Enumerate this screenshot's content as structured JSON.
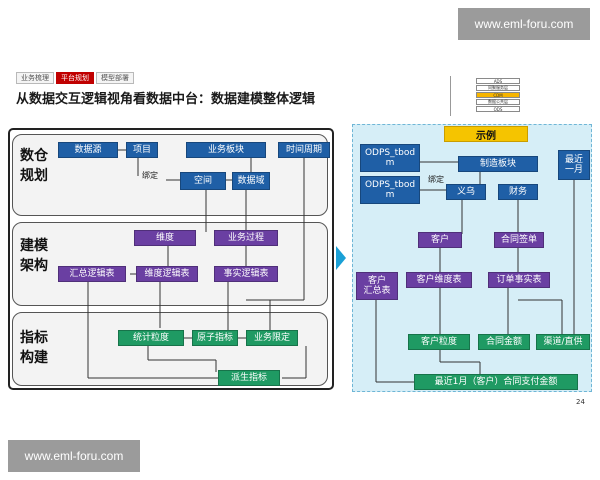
{
  "watermark_top": "www.eml-foru.com",
  "watermark_bottom": "www.eml-foru.com",
  "breadcrumb": [
    "业务梳理",
    "平台规划",
    "模型部署"
  ],
  "title": "从数据交互逻辑视角看数据中台：数据建模整体逻辑",
  "mini_stack": {
    "rows": [
      "ADS",
      "同聚服务层",
      "CDM",
      "数据公共层",
      "ODS"
    ]
  },
  "left": {
    "layers": {
      "l1": "数仓\n规划",
      "l2": "建模\n架构",
      "l3": "指标\n构建"
    },
    "boxes": {
      "datasource": "数据源",
      "project": "项目",
      "biz_block": "业务板块",
      "time_period": "时间周期",
      "space": "空间",
      "data_domain": "数据域",
      "binding": "绑定",
      "dimension": "维度",
      "biz_process": "业务过程",
      "summary_table": "汇总逻辑表",
      "dim_table": "维度逻辑表",
      "fact_table": "事实逻辑表",
      "stat_granularity": "统计粒度",
      "atomic_metric": "原子指标",
      "biz_limit": "业务限定",
      "derived_metric": "派生指标"
    }
  },
  "right": {
    "example": "示例",
    "boxes": {
      "odps1": "ODPS_tbod\nm",
      "odps2": "ODPS_tbod\nm",
      "manufacturing": "制造板块",
      "recent_month": "最近\n一月",
      "binding": "绑定",
      "yiwu": "义乌",
      "finance": "财务",
      "customer": "客户",
      "contract_sign": "合同签单",
      "cust_summary": "客户\n汇总表",
      "cust_dim_table": "客户维度表",
      "order_fact_table": "订单事实表",
      "cust_granularity": "客户粒度",
      "contract_amount": "合同金额",
      "channel": "渠道/直供",
      "result": "最近1月（客户）合同支付金额"
    }
  },
  "page_number": "24",
  "colors": {
    "blue": "#1f5fa6",
    "purple": "#6a3fa2",
    "green": "#1f9a63",
    "example_bg": "#d6eef7",
    "accent_yellow": "#f5c400",
    "breadcrumb_active": "#c00000"
  }
}
